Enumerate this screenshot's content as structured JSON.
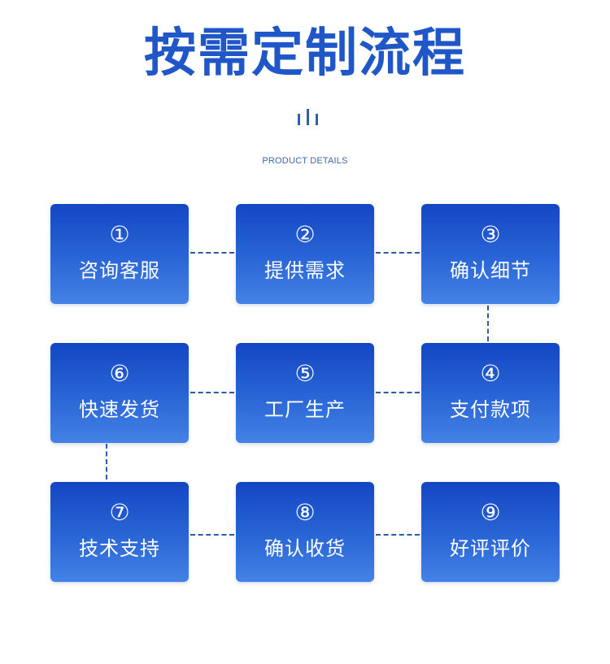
{
  "header": {
    "title": "按需定制流程",
    "subtitle": "PRODUCT DETAILS"
  },
  "colors": {
    "title": "#1f57c8",
    "box_top": "#1446c4",
    "box_bottom": "#4382e6",
    "connector": "#2f5aa8"
  },
  "steps": [
    {
      "number": "①",
      "label": "咨询客服"
    },
    {
      "number": "②",
      "label": "提供需求"
    },
    {
      "number": "③",
      "label": "确认细节"
    },
    {
      "number": "④",
      "label": "支付款项"
    },
    {
      "number": "⑤",
      "label": "工厂生产"
    },
    {
      "number": "⑥",
      "label": "快速发货"
    },
    {
      "number": "⑦",
      "label": "技术支持"
    },
    {
      "number": "⑧",
      "label": "确认收货"
    },
    {
      "number": "⑨",
      "label": "好评评价"
    }
  ]
}
